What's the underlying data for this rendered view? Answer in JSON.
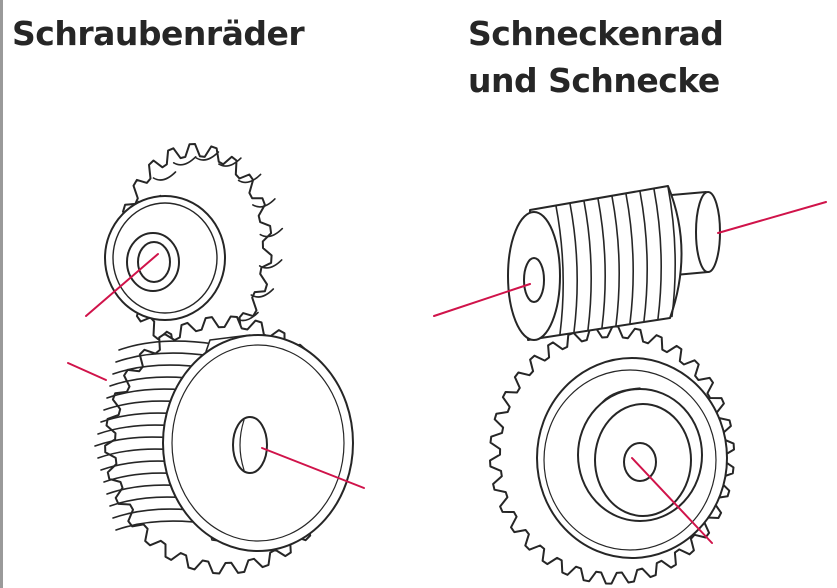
{
  "left_panel": {
    "title": "Schraubenräder"
  },
  "right_panel": {
    "title_line1": "Schneckenrad",
    "title_line2": "und Schnecke"
  },
  "colors": {
    "ink": "#262626",
    "axis_line": "#d0134a",
    "border": "#9a9a9a"
  },
  "icons": {
    "left": "helical-gears-icon",
    "right": "worm-gear-icon"
  }
}
